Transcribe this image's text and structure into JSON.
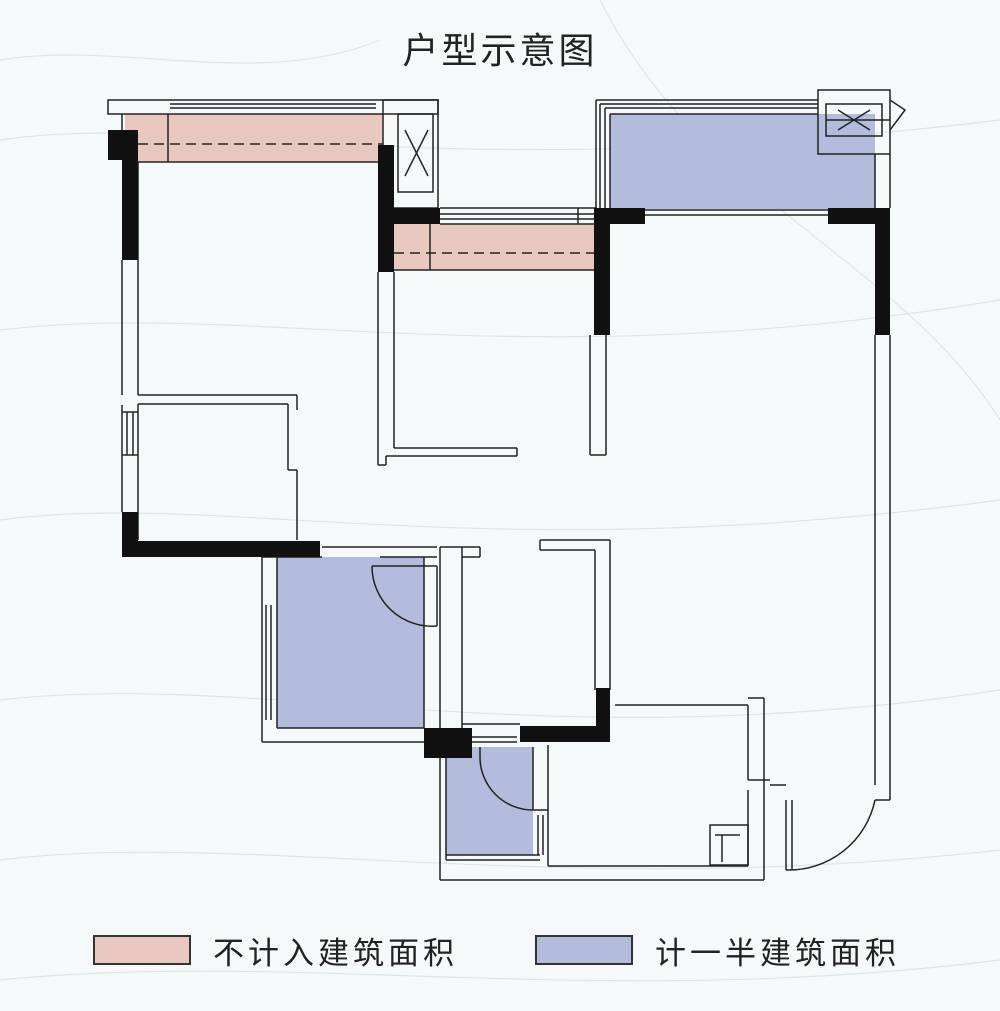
{
  "title": "户型示意图",
  "colors": {
    "excluded_area": "#e8c8bf",
    "half_area": "#b3bcdc",
    "wall": "#111111",
    "background": "#f6f9fa"
  },
  "legend": [
    {
      "label": "不计入建筑面积",
      "color": "#e8c8bf"
    },
    {
      "label": "计一半建筑面积",
      "color": "#b3bcdc"
    }
  ]
}
